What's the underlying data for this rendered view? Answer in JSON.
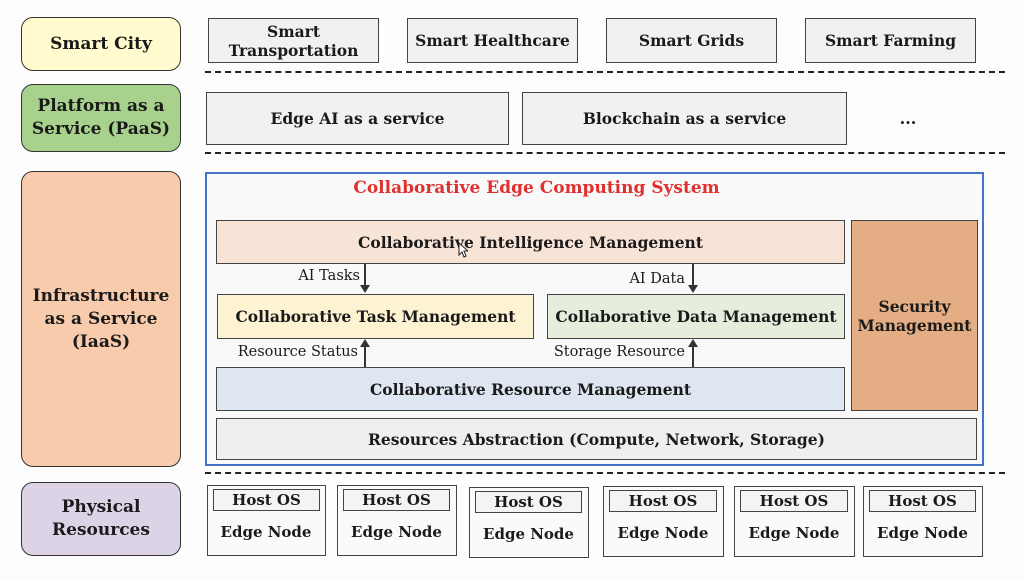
{
  "colors": {
    "smart_city": "#fffbcf",
    "paas": "#a9d18e",
    "iaas": "#f8cbad",
    "physical": "#dcd3e6",
    "system_border": "#4472c4",
    "system_title": "#e03030",
    "intelligence": "#f8e3d7",
    "task": "#fdf3d3",
    "data": "#e5eedc",
    "resource": "#dde6f1",
    "security": "#e4ad83",
    "abstraction": "#efefef"
  },
  "layers": {
    "smart_city": "Smart City",
    "paas": "Platform as a Service (PaaS)",
    "iaas": "Infrastructure as a Service (IaaS)",
    "physical": "Physical Resources"
  },
  "applications": [
    "Smart Transportation",
    "Smart Healthcare",
    "Smart Grids",
    "Smart Farming"
  ],
  "services": [
    "Edge AI as a service",
    "Blockchain as a service",
    "..."
  ],
  "system": {
    "title": "Collaborative Edge Computing System",
    "intelligence": "Collaborative Intelligence Management",
    "task": "Collaborative Task Management",
    "data": "Collaborative Data Management",
    "resource": "Collaborative Resource Management",
    "security": "Security Management",
    "abstraction": "Resources Abstraction (Compute, Network, Storage)",
    "flow_labels": {
      "ai_tasks": "AI Tasks",
      "ai_data": "AI Data",
      "resource_status": "Resource Status",
      "storage_resource": "Storage Resource"
    }
  },
  "nodes": [
    {
      "host": "Host OS",
      "node": "Edge Node"
    },
    {
      "host": "Host OS",
      "node": "Edge Node"
    },
    {
      "host": "Host OS",
      "node": "Edge Node"
    },
    {
      "host": "Host OS",
      "node": "Edge Node"
    },
    {
      "host": "Host OS",
      "node": "Edge Node"
    },
    {
      "host": "Host OS",
      "node": "Edge Node"
    }
  ]
}
